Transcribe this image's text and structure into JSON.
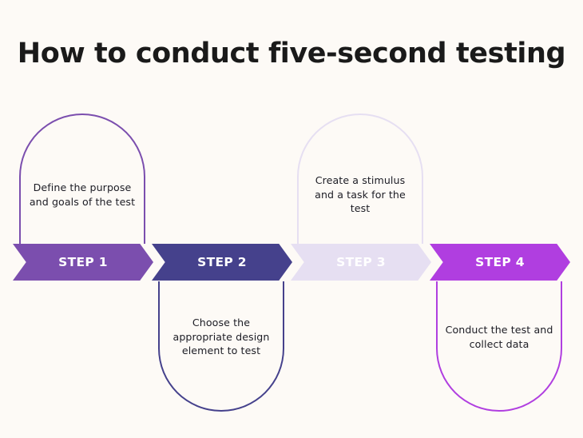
{
  "page": {
    "title": "How to conduct five-second testing",
    "background_color": "#FDFAF6",
    "title_color": "#1A1A1A"
  },
  "steps": [
    {
      "label": "STEP 1",
      "description": "Define the purpose and goals of the test",
      "position": "top",
      "color": "#7B4EAE",
      "label_color": "#FFFFFF"
    },
    {
      "label": "STEP 2",
      "description": "Choose the appropriate design element to test",
      "position": "bottom",
      "color": "#45418C",
      "label_color": "#FFFFFF"
    },
    {
      "label": "STEP 3",
      "description": "Create a stimulus and a task for the test",
      "position": "top",
      "color": "#E6DFF2",
      "label_color": "#FFFFFF"
    },
    {
      "label": "STEP 4",
      "description": "Conduct the test and collect data",
      "position": "bottom",
      "color": "#B03EE0",
      "label_color": "#FFFFFF"
    }
  ]
}
